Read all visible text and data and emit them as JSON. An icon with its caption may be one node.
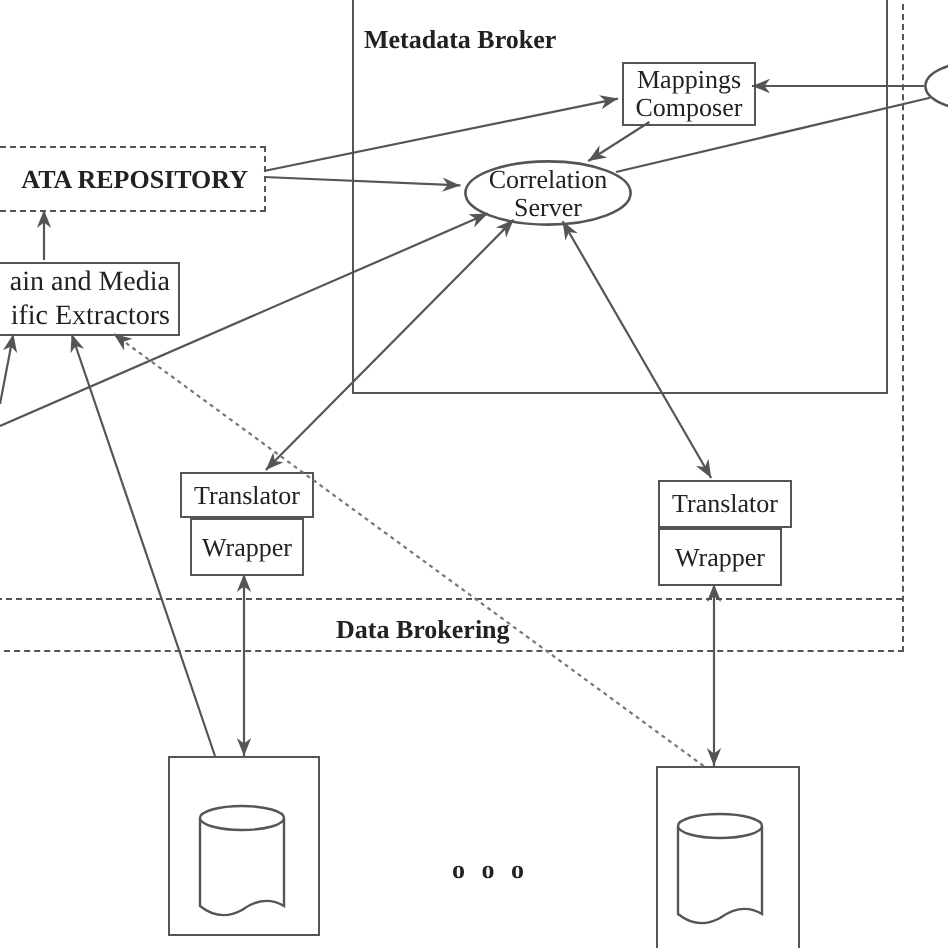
{
  "diagram": {
    "nodes": [
      {
        "text": [
          "Data Brokering"
        ]
      },
      {
        "text": [
          "Metadata Broker"
        ],
        "in": 0
      },
      {
        "text": [
          "Mappings Composer"
        ],
        "in": 1
      },
      {
        "text": [
          "Correlation Server"
        ],
        "in": 1
      },
      {
        "text": [],
        "shape": "ellipse"
      },
      {
        "text": [
          "ATA REPOSITORY"
        ],
        "in": 0
      },
      {
        "text": [
          "ain and Media ific Extractors"
        ],
        "in": 0
      },
      {
        "text": [
          "Translator"
        ],
        "in": 0
      },
      {
        "text": [
          "Wrapper"
        ],
        "in": 0
      },
      {
        "text": [
          "Translator"
        ],
        "in": 0
      },
      {
        "text": [
          "Wrapper"
        ],
        "in": 0
      },
      {
        "text": [],
        "shape": "box"
      },
      {
        "text": [],
        "shape": "cylinder",
        "in": 11
      },
      {
        "text": [],
        "shape": "box"
      },
      {
        "text": [],
        "shape": "cylinder",
        "in": 13
      }
    ],
    "edges": [
      {
        "from": 5,
        "to": 2,
        "arrow": "to"
      },
      {
        "from": 5,
        "to": 3,
        "arrow": "to"
      },
      {
        "from": 6,
        "to": 5,
        "arrow": "to"
      },
      {
        "from": 2,
        "to": 3,
        "arrow": "to"
      },
      {
        "from": 4,
        "to": 2,
        "arrow": "to"
      },
      {
        "from": 3,
        "to": 4,
        "arrow": "none"
      },
      {
        "from": 3,
        "to": 7,
        "arrow": "both"
      },
      {
        "from": 3,
        "to": 9,
        "arrow": "both"
      },
      {
        "from": null,
        "to": 3,
        "arrow": "to"
      },
      {
        "from": null,
        "to": 6,
        "arrow": "to"
      },
      {
        "from": 11,
        "to": 6,
        "arrow": "to"
      },
      {
        "from": 8,
        "to": 11,
        "arrow": "both"
      },
      {
        "from": 10,
        "to": 13,
        "arrow": "both"
      },
      {
        "from": 13,
        "to": 6,
        "arrow": "to",
        "style": "dashed"
      }
    ],
    "labels": [
      "o o o"
    ]
  }
}
